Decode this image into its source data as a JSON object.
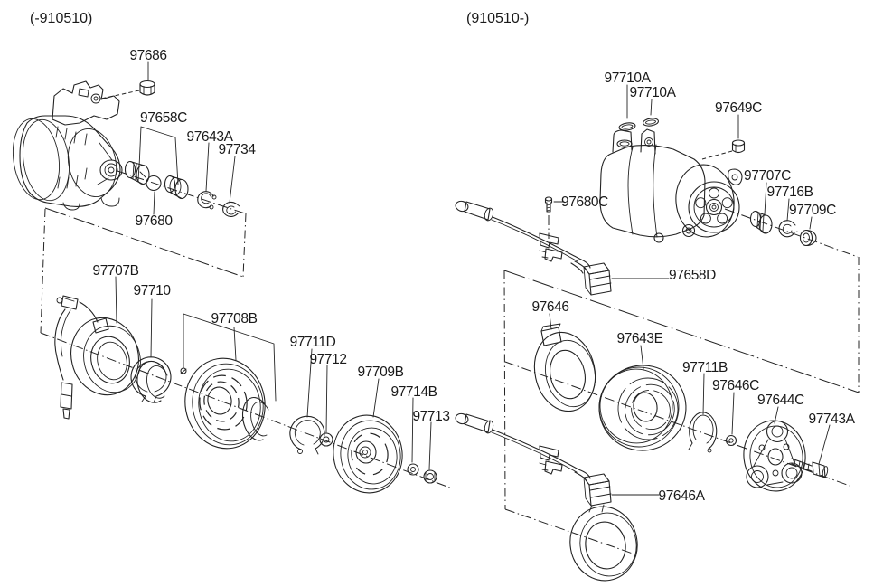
{
  "page": {
    "background": "#ffffff",
    "line_color": "#232323",
    "description": "Exploded parts diagram of A/C compressor and magnetic clutch, two production-date variants"
  },
  "headers": {
    "left_variant": "(-910510)",
    "right_variant": "(910510-)"
  },
  "left_diagram": {
    "callouts": {
      "c97686": "97686",
      "c97658C": "97658C",
      "c97643A": "97643A",
      "c97734": "97734",
      "c97680": "97680",
      "c97707B": "97707B",
      "c97710": "97710",
      "c97708B": "97708B",
      "c97711D": "97711D",
      "c97712": "97712",
      "c97709B": "97709B",
      "c97714B": "97714B",
      "c97713": "97713"
    }
  },
  "right_diagram": {
    "callouts": {
      "c97710A_1": "97710A",
      "c97710A_2": "97710A",
      "c97649C": "97649C",
      "c97707C": "97707C",
      "c97716B": "97716B",
      "c97709C": "97709C",
      "c97680C": "97680C",
      "c97658D": "97658D",
      "c97646": "97646",
      "c97643E": "97643E",
      "c97711B": "97711B",
      "c97646C": "97646C",
      "c97644C": "97644C",
      "c97743A": "97743A",
      "c97646A": "97646A"
    }
  }
}
